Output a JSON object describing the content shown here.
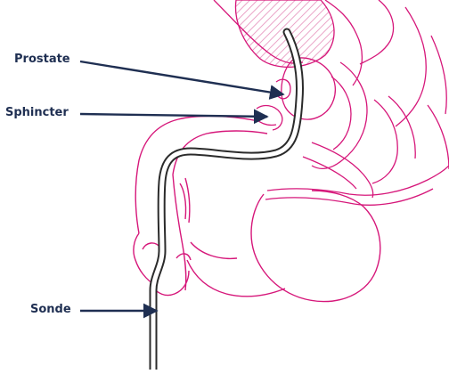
{
  "labels": {
    "prostate": "Prostate",
    "sphincter": "Sphincter",
    "sonde": "Sonde"
  },
  "colors": {
    "anatomy": "#d6177a",
    "hatch": "#e58cb9",
    "label": "#1f2f52",
    "catheter": "#2b2b2b"
  }
}
